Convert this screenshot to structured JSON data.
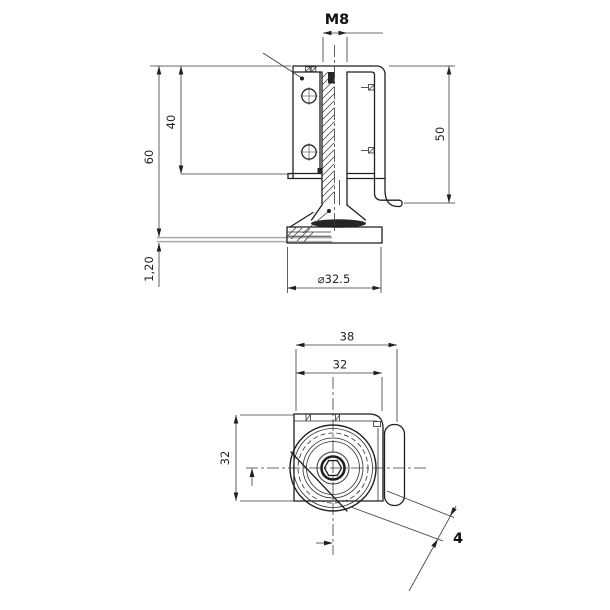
{
  "drawing": {
    "side_view": {
      "thread": "M8",
      "dim_hole_spacing": "40",
      "dim_total_height": "60",
      "dim_bracket_height": "50",
      "dim_panel_thickness": "1,20",
      "dim_foot_diameter": "⌀32.5"
    },
    "plan_view": {
      "dim_outer_width": "38",
      "dim_inner_width": "32",
      "dim_depth": "32",
      "dim_offset": "4"
    },
    "colors": {
      "line": "#1f1f1f",
      "thin_line": "#3a3a3a",
      "panel_strip": "#a9a9a9",
      "background": "#ffffff"
    }
  }
}
